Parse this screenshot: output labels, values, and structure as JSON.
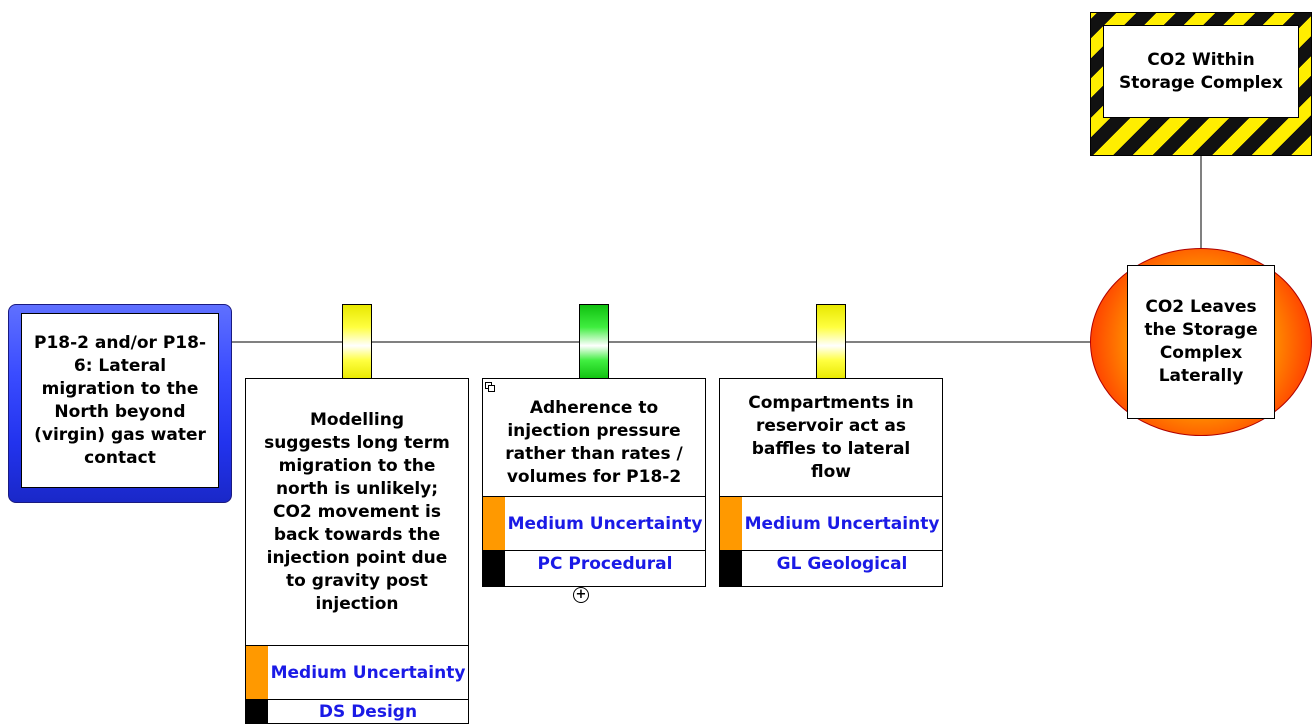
{
  "hazard": {
    "label": "CO2 Within Storage Complex"
  },
  "top_event": {
    "label": "CO2 Leaves the Storage Complex Laterally"
  },
  "threat": {
    "label": "P18-2 and/or P18-6: Lateral migration to the North beyond (virgin)  gas water contact"
  },
  "barriers": [
    {
      "label": "Modelling suggests long term migration to the north is unlikely; CO2 movement is back towards the injection point due to gravity post injection",
      "effectiveness_color": "yellow",
      "uncertainty": "Medium Uncertainty",
      "uncertainty_color": "#ff9900",
      "type": "DS Design",
      "type_color": "#000000"
    },
    {
      "label": "Adherence to injection pressure rather than rates / volumes for P18-2",
      "effectiveness_color": "green",
      "uncertainty": "Medium Uncertainty",
      "uncertainty_color": "#ff9900",
      "type": "PC Procedural",
      "type_color": "#000000",
      "icons": [
        "expand-icon",
        "plus-icon"
      ]
    },
    {
      "label": "Compartments in reservoir act as baffles to lateral flow",
      "effectiveness_color": "yellow",
      "uncertainty": "Medium Uncertainty",
      "uncertainty_color": "#ff9900",
      "type": "GL Geological",
      "type_color": "#000000"
    }
  ]
}
